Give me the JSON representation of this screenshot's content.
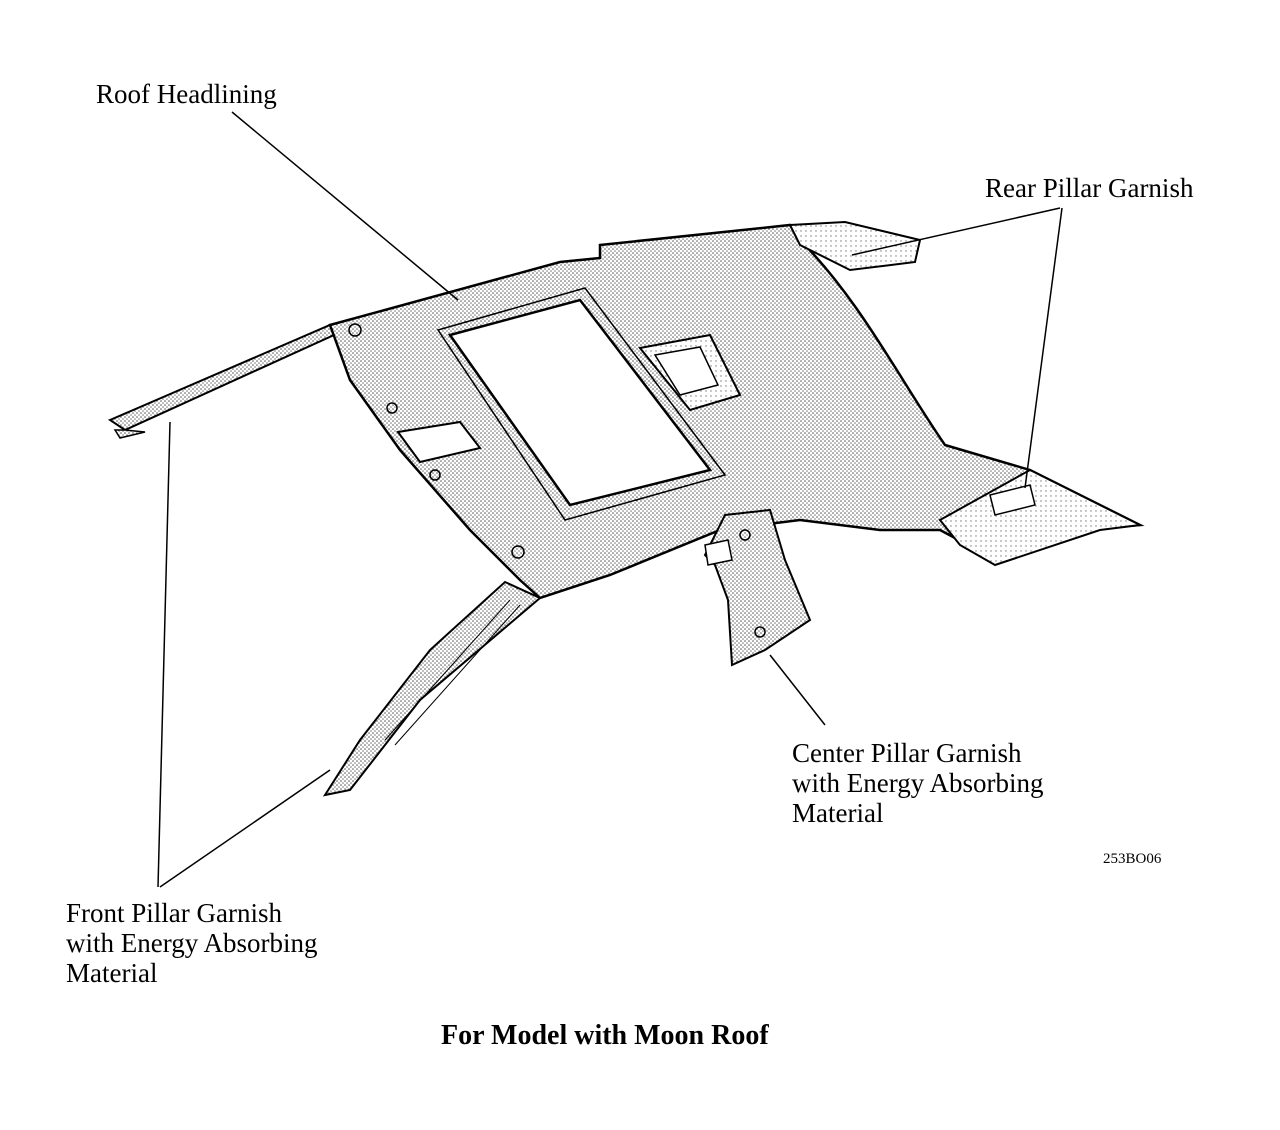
{
  "labels": {
    "roof_headlining": "Roof Headlining",
    "rear_pillar": "Rear Pillar Garnish",
    "center_pillar": [
      "Center Pillar Garnish",
      "with Energy Absorbing",
      "Material"
    ],
    "front_pillar": [
      "Front Pillar Garnish",
      "with Energy Absorbing",
      "Material"
    ]
  },
  "figure_code": "253BO06",
  "caption": "For Model with Moon Roof",
  "colors": {
    "line": "#000000",
    "shade": "#cfcfcf",
    "background": "#ffffff"
  }
}
